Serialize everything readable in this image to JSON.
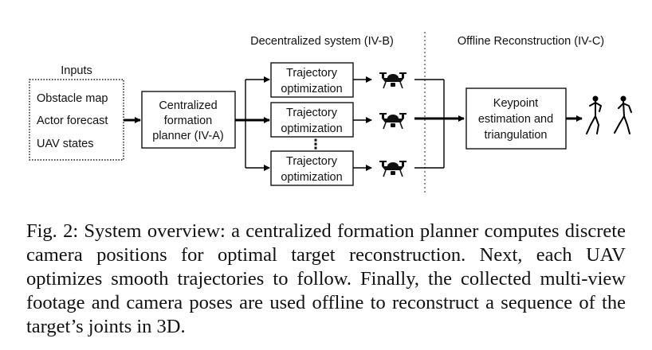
{
  "diagram": {
    "header_decentralized": "Decentralized system (IV-B)",
    "header_offline": "Offline Reconstruction (IV-C)",
    "inputs_title": "Inputs",
    "inputs": [
      "Obstacle map",
      "Actor forecast",
      "UAV states"
    ],
    "planner_lines": [
      "Centralized",
      "formation",
      "planner (IV-A)"
    ],
    "traj_lines": [
      "Trajectory",
      "optimization"
    ],
    "keypoint_lines": [
      "Keypoint",
      "estimation and",
      "triangulation"
    ],
    "ellipsis": "⋮",
    "icons": [
      "drone-icon",
      "skeleton-icon"
    ]
  },
  "caption": "Fig. 2: System overview: a centralized formation planner computes discrete camera positions for optimal target reconstruction. Next, each UAV optimizes smooth trajectories to follow. Finally, the collected multi-view footage and camera poses are used offline to reconstruct a sequence of the target’s joints in 3D."
}
